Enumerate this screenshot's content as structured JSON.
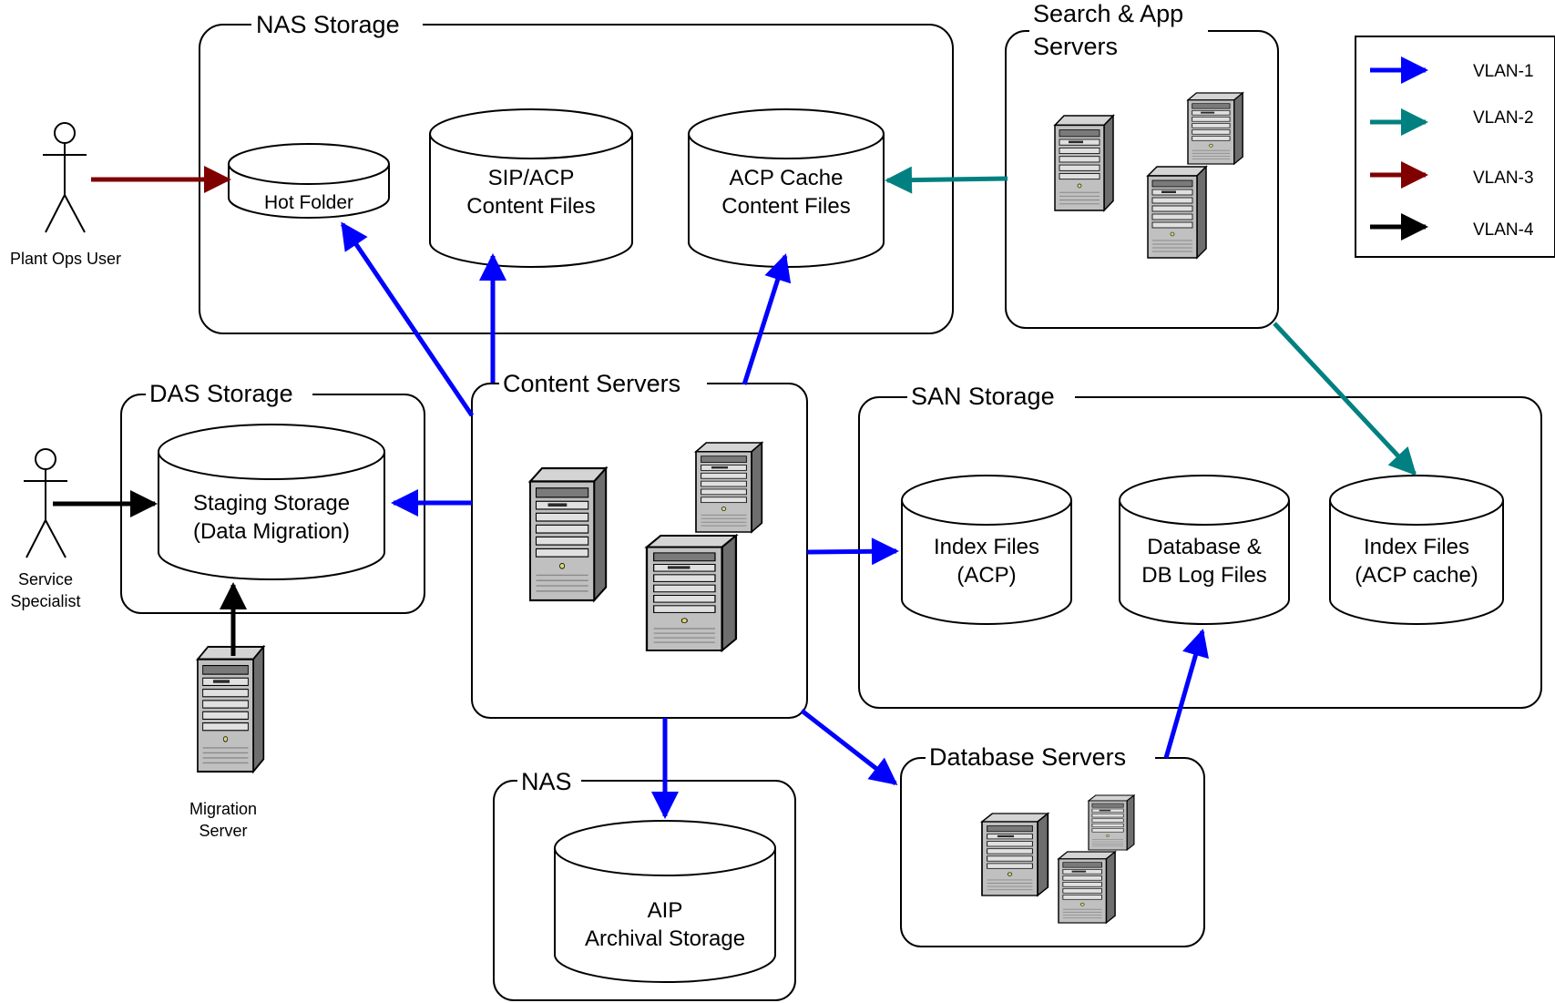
{
  "groups": {
    "nas_storage": "NAS Storage",
    "search_app_line1": "Search & App",
    "search_app_line2": "Servers",
    "das_storage": "DAS Storage",
    "content_servers": "Content Servers",
    "san_storage": "SAN Storage",
    "nas": "NAS",
    "database_servers": "Database Servers"
  },
  "storage": {
    "hot_folder": "Hot Folder",
    "sip_acp_line1": "SIP/ACP",
    "sip_acp_line2": "Content Files",
    "acp_cache_line1": "ACP Cache",
    "acp_cache_line2": "Content Files",
    "staging_line1": "Staging Storage",
    "staging_line2": "(Data Migration)",
    "index_acp_line1": "Index Files",
    "index_acp_line2": "(ACP)",
    "database_line1": "Database &",
    "database_line2": "DB Log Files",
    "index_cache_line1": "Index Files",
    "index_cache_line2": "(ACP cache)",
    "aip_line1": "AIP",
    "aip_line2": "Archival Storage"
  },
  "actors": {
    "plant_ops_user": "Plant Ops User",
    "service_line1": "Service",
    "service_line2": "Specialist",
    "migration_line1": "Migration",
    "migration_line2": "Server"
  },
  "legend": {
    "vlan1": "VLAN-1",
    "vlan2": "VLAN-2",
    "vlan3": "VLAN-3",
    "vlan4": "VLAN-4"
  },
  "colors": {
    "vlan1": "#0000ff",
    "vlan2": "#008080",
    "vlan3": "#800000",
    "vlan4": "#000000"
  }
}
